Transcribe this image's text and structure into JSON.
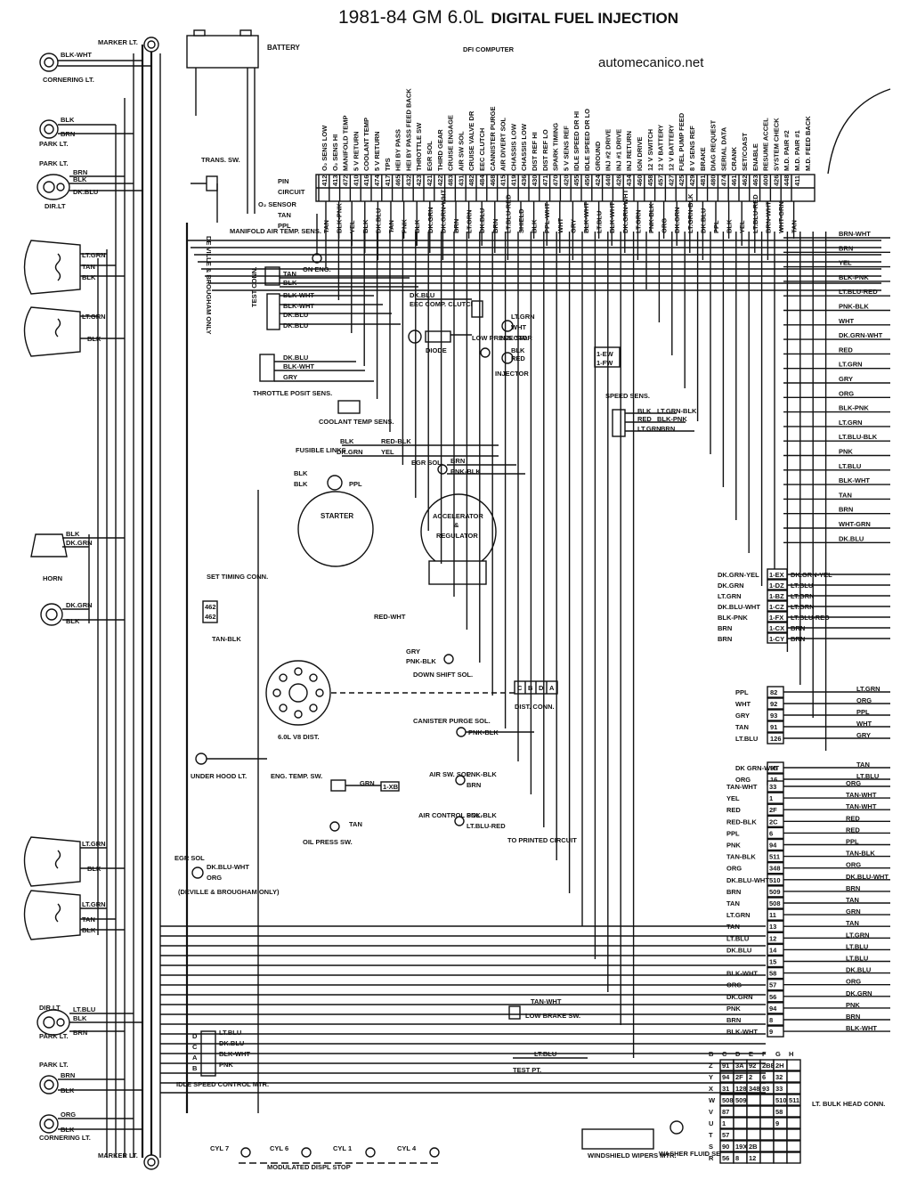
{
  "title": {
    "main": "1981-84 GM 6.0L",
    "sub": "DIGITAL FUEL INJECTION"
  },
  "site": "automecanico.net",
  "labels": {
    "marker_top": "MARKER LT.",
    "cornering_top": "CORNERING LT.",
    "park_lt_1": "PARK LT.",
    "park_lt_2": "PARK LT.",
    "dir_lt_1": "DIR.LT",
    "horn": "HORN",
    "dir_lt_2": "DIR.LT",
    "park_lt_3": "PARK LT.",
    "park_lt_4": "PARK LT.",
    "cornering_bot": "CORNERING LT.",
    "marker_bot": "MARKER LT.",
    "battery": "BATTERY",
    "dfi_computer": "DFI COMPUTER",
    "trans_sw": "TRANS. SW.",
    "pin": "PIN",
    "circuit": "CIRCUIT",
    "o2_sensor": "O₂ SENSOR",
    "on_eng": "ON ENG.",
    "deville": "DE VILLE & BROUGHAM ONLY",
    "manifold": "MANIFOLD AIR TEMP. SENS.",
    "test_conn": "TEST CONN.",
    "eec": "EEC COMP. CLUTCH",
    "diode": "DIODE",
    "low_press": "LOW PRESS. SW.",
    "injector_1": "INJECTOR",
    "injector_2": "INJECTOR",
    "throttle": "THROTTLE POSIT SENS.",
    "coolant": "COOLANT TEMP SENS.",
    "speed_sens": "SPEED SENS.",
    "fusible": "FUSIBLE LINKS",
    "egr_sol": "EGR SOL.",
    "starter": "STARTER",
    "accel_1": "ACCELERATOR",
    "accel_2": "&",
    "accel_3": "REGULATOR",
    "set_timing": "SET TIMING CONN.",
    "down_shift": "DOWN SHIFT SOL.",
    "dist_conn": "DIST. CONN.",
    "v8_dist": "6.0L V8 DIST.",
    "canister": "CANISTER PURGE SOL.",
    "under_hood": "UNDER HOOD LT.",
    "eng_temp": "ENG. TEMP. SW.",
    "air_sw": "AIR SW. SOL.",
    "air_control": "AIR CONTROL SOL.",
    "oil_press": "OIL PRESS SW.",
    "to_printed": "TO PRINTED CIRCUIT",
    "egr_sol2": "EGR SOL",
    "deville2": "(DEVILLE & BROUGHAM ONLY)",
    "low_brake": "LOW BRAKE SW.",
    "test_pt": "TEST PT.",
    "idle_speed": "IDLE SPEED CONTROL MTR.",
    "cyl7": "CYL 7",
    "cyl6": "CYL 6",
    "cyl1": "CYL 1",
    "cyl4": "CYL 4",
    "modulated": "MODULATED DISPL STOP",
    "windshield": "WINDSHIELD WIPERS MTR.",
    "washer": "WASHER FLUID SENS.",
    "bulkhead": "LT. BULK HEAD CONN."
  },
  "pins": [
    "412",
    "413",
    "472",
    "410",
    "416",
    "474",
    "417",
    "465",
    "432",
    "423",
    "421",
    "422",
    "483",
    "431",
    "482",
    "484",
    "468",
    "415",
    "419",
    "436",
    "430",
    "471",
    "470",
    "420",
    "455",
    "450",
    "424",
    "440",
    "426",
    "434",
    "460",
    "458",
    "457",
    "427",
    "425",
    "429",
    "481",
    "480",
    "474",
    "461",
    "462",
    "463",
    "400",
    "426",
    "448",
    "411"
  ],
  "circuits": [
    "O₂ SENS LOW",
    "O₂ SENS HI",
    "MANIFOLD TEMP",
    "5 V RETURN",
    "COOLANT TEMP",
    "5 V RETURN",
    "TPS",
    "HEI BY PASS",
    "HEI BY PASS FEED BACK",
    "THROTTLE SW",
    "EGR SOL",
    "THIRD GEAR",
    "CRUISE ENGAGE",
    "AIR SW SOL",
    "CRUISE VALVE DR",
    "EEC CLUTCH",
    "CANNISTER PURGE",
    "AIR DIVERT SOL",
    "CHASSIS LOW",
    "CHASSIS LOW",
    "DIST REF HI",
    "DIST REF LO",
    "SPARK TIMING",
    "5 V SENS REF",
    "IDLE SPEED DR HI",
    "IDLE SPEED DR LO",
    "GROUND",
    "INJ #2 DRIVE",
    "INJ #1 DRIVE",
    "INJ RETURN",
    "IGN DRIVE",
    "12 V SWITCH",
    "12 V BATTERY",
    "12 V BATTERY",
    "FUEL PUMP FEED",
    "8 V SENS REF",
    "BRAKE",
    "DIAG REQUEST",
    "SERIAL DATA",
    "CRANK",
    "SET/COAST",
    "ENABLE",
    "RESUME ACCEL",
    "SYSTEM CHECK",
    "M.D. PAIR #2",
    "M.D. PAIR #1",
    "M.D. FEED BACK"
  ],
  "wires_top": [
    "TAN",
    "BLK-PNK",
    "YEL",
    "BLK",
    "DK.BLU",
    "TAN",
    "PNK",
    "BLK",
    "DK.GRN",
    "DK.GRN-WHT",
    "BRN",
    "LT.GRN",
    "DK.BLU",
    "BRN",
    "LT.BLU-RED",
    "SHIELD",
    "BLK",
    "PPL-WHT",
    "WHT",
    "GRY",
    "BLK-WHT",
    "LT.BLU",
    "BLK-WHT",
    "DK.GRN-WHT",
    "LT.GRN",
    "PNK-BLK",
    "ORG",
    "DK.GRN",
    "LT.GRN-BLK",
    "DK.BLU",
    "PPL",
    "BLK",
    "YEL",
    "LT.BLU-RED",
    "BRN-WHT",
    "WHT-GRN",
    "TAN"
  ],
  "right_wires": [
    "BRN-WHT",
    "BRN",
    "YEL",
    "BLK-PNK",
    "LT.BLU-RED",
    "PNK-BLK",
    "WHT",
    "DK.GRN-WHT",
    "RED",
    "LT.GRN",
    "GRY",
    "ORG",
    "BLK-PNK",
    "LT.GRN",
    "LT.BLU-BLK",
    "PNK",
    "LT.BLU",
    "BLK-WHT",
    "TAN",
    "BRN",
    "WHT-GRN",
    "DK.BLU"
  ],
  "right_conn": [
    {
      "wire": "DK.GRN-YEL",
      "pin": "1-EX",
      "out": "DK.GRN-YEL"
    },
    {
      "wire": "DK.GRN",
      "pin": "1-DZ",
      "out": "LT.BLU"
    },
    {
      "wire": "LT.GRN",
      "pin": "1-BZ",
      "out": "LT.GRN"
    },
    {
      "wire": "DK.BLU-WHT",
      "pin": "1-CZ",
      "out": "LT.GRN"
    },
    {
      "wire": "BLK-PNK",
      "pin": "1-FX",
      "out": "LT.BLU-RED"
    },
    {
      "wire": "BRN",
      "pin": "1-CX",
      "out": "BRN"
    },
    {
      "wire": "BRN",
      "pin": "1-CY",
      "out": "BRN"
    }
  ],
  "bulk_upper": [
    {
      "wire": "PPL",
      "pin": "82",
      "out": "LT.GRN"
    },
    {
      "wire": "WHT",
      "pin": "92",
      "out": "ORG"
    },
    {
      "wire": "GRY",
      "pin": "93",
      "out": "PPL"
    },
    {
      "wire": "TAN",
      "pin": "91",
      "out": "WHT"
    },
    {
      "wire": "LT.BLU",
      "pin": "126",
      "out": "GRY"
    },
    {
      "wire": "DK GRN-WHT",
      "pin": "95",
      "out": "TAN"
    },
    {
      "wire": "ORG",
      "pin": "16",
      "out": "LT.BLU"
    }
  ],
  "bulk_lower": [
    {
      "wire": "TAN-WHT",
      "pin": "33",
      "out": "ORG"
    },
    {
      "wire": "YEL",
      "pin": "1",
      "out": "TAN-WHT"
    },
    {
      "wire": "RED",
      "pin": "2F",
      "out": "TAN-WHT"
    },
    {
      "wire": "RED-BLK",
      "pin": "2C",
      "out": "RED"
    },
    {
      "wire": "PPL",
      "pin": "6",
      "out": "RED"
    },
    {
      "wire": "PNK",
      "pin": "94",
      "out": "PPL"
    },
    {
      "wire": "TAN-BLK",
      "pin": "511",
      "out": "TAN-BLK"
    },
    {
      "wire": "ORG",
      "pin": "348",
      "out": "ORG"
    },
    {
      "wire": "DK.BLU-WHT",
      "pin": "510",
      "out": "DK.BLU-WHT"
    },
    {
      "wire": "BRN",
      "pin": "509",
      "out": "BRN"
    },
    {
      "wire": "TAN",
      "pin": "508",
      "out": "TAN"
    },
    {
      "wire": "LT.GRN",
      "pin": "11",
      "out": "GRN"
    },
    {
      "wire": "TAN",
      "pin": "13",
      "out": "TAN"
    },
    {
      "wire": "LT.BLU",
      "pin": "12",
      "out": "LT.GRN"
    },
    {
      "wire": "DK.BLU",
      "pin": "14",
      "out": "LT.BLU"
    },
    {
      "wire": "",
      "pin": "15",
      "out": "LT.BLU"
    },
    {
      "wire": "BLK-WHT",
      "pin": "58",
      "out": "DK.BLU"
    },
    {
      "wire": "ORG",
      "pin": "57",
      "out": "ORG"
    },
    {
      "wire": "DK.GRN",
      "pin": "56",
      "out": "DK.GRN"
    },
    {
      "wire": "PNK",
      "pin": "94",
      "out": "PNK"
    },
    {
      "wire": "BRN",
      "pin": "8",
      "out": "BRN"
    },
    {
      "wire": "BLK-WHT",
      "pin": "9",
      "out": "BLK-WHT"
    }
  ],
  "left_wires": {
    "marker": "BLK-WHT",
    "park1_a": "BLK",
    "park1_b": "BRN",
    "park2_a": "BRN",
    "park2_b": "BLK",
    "park2_c": "DK.BLU",
    "lamp1_a": "LT.GRN",
    "lamp1_b": "TAN",
    "lamp1_c": "BLK",
    "lamp2_a": "LT.GRN",
    "lamp2_b": "BLK",
    "horn_a": "BLK",
    "horn_b": "DK.GRN",
    "horn2_a": "DK.GRN",
    "horn2_b": "BLK",
    "lamp3_a": "LT.GRN",
    "lamp3_b": "BLK",
    "lamp4_a": "LT.GRN",
    "lamp4_b": "TAN",
    "lamp4_c": "BLK",
    "dir_a": "LT.BLU",
    "dir_b": "BLK",
    "dir_c": "BRN",
    "park4_a": "BRN",
    "park4_b": "BLK",
    "corn_a": "ORG",
    "corn_b": "BLK"
  },
  "bulk_grid": [
    [
      "B",
      "C",
      "D",
      "E",
      "F",
      "G",
      "H"
    ],
    [
      "Z",
      "91",
      "3A",
      "92",
      "2BB",
      "2H",
      ""
    ],
    [
      "Y",
      "94",
      "2F",
      "2",
      "6",
      "32",
      ""
    ],
    [
      "X",
      "31",
      "128",
      "348",
      "93",
      "33",
      ""
    ],
    [
      "W",
      "508",
      "509",
      "",
      "",
      "510",
      "511"
    ],
    [
      "V",
      "87",
      "",
      "",
      "",
      "58",
      ""
    ],
    [
      "U",
      "1",
      "",
      "",
      "",
      "9",
      ""
    ],
    [
      "T",
      "57",
      "",
      "",
      "",
      "",
      ""
    ],
    [
      "S",
      "90",
      "19X",
      "2B",
      "",
      "",
      ""
    ],
    [
      "R",
      "56",
      "8",
      "12",
      "",
      "",
      ""
    ]
  ]
}
